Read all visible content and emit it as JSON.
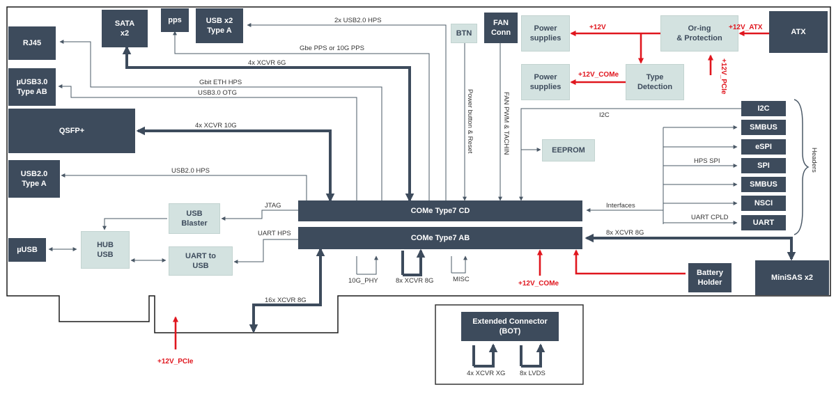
{
  "colors": {
    "box_dark": "#3d4b5c",
    "box_light": "#d3e2e0",
    "line": "#4a5866",
    "power": "#e0161e"
  },
  "boxes": {
    "sata": "SATA\nx2",
    "pps": "pps",
    "usb_typea_x2": "USB x2\nType A",
    "btn": "BTN",
    "fan": "FAN\nConn",
    "psu_top": "Power\nsupplies",
    "oring": "Or-ing\n& Protection",
    "atx": "ATX",
    "psu_mid": "Power\nsupplies",
    "type_detect": "Type\nDetection",
    "rj45": "RJ45",
    "usb30": "µUSB3.0\nType AB",
    "qsfp": "QSFP+",
    "usb20": "USB2.0\nType A",
    "eeprom": "EEPROM",
    "i2c": "I2C",
    "smbus1": "SMBUS",
    "espi": "eSPI",
    "spi": "SPI",
    "smbus2": "SMBUS",
    "nsci": "NSCI",
    "uart": "UART",
    "usb_blaster": "USB\nBlaster",
    "hub_usb": "HUB\nUSB",
    "uart_to_usb": "UART to\nUSB",
    "musb": "µUSB",
    "come_cd": "COMe Type7 CD",
    "come_ab": "COMe Type7 AB",
    "battery": "Battery\nHolder",
    "minisas": "MiniSAS x2",
    "ext_conn": "Extended Connector\n(BOT)"
  },
  "labels": {
    "usb20_hps_x2": "2x USB2.0 HPS",
    "gbe_pps": "Gbe PPS or 10G PPS",
    "xcvr6g": "4x XCVR 6G",
    "gbit_eth": "Gbit ETH HPS",
    "usb30_otg": "USB3.0 OTG",
    "xcvr10g": "4x XCVR 10G",
    "usb20_hps": "USB2.0 HPS",
    "power_btn": "Power button & Reset",
    "fan_pwm": "FAN PWM & TACHIN",
    "i2c_line": "I2C",
    "hps_spi": "HPS SPI",
    "interfaces": "Interfaces",
    "uart_cpld": "UART CPLD",
    "jtag": "JTAG",
    "uart_hps": "UART HPS",
    "xcvr8g_minisas": "8x XCVR 8G",
    "phy10g": "10G_PHY",
    "xcvr8g_bottom": "8x XCVR 8G",
    "misc": "MISC",
    "xcvr16": "16x XCVR 8G",
    "ext_xg": "4x XCVR XG",
    "ext_lvds": "8x LVDS",
    "headers": "Headers"
  },
  "power": {
    "p12": "+12V",
    "p12_atx": "+12V_ATX",
    "p12_pcie_vert": "+12V_PCIe",
    "p12_come_top": "+12V_COMe",
    "p12_come_bottom": "+12V_COMe",
    "p12_pcie_bottom": "+12V_PCIe"
  }
}
